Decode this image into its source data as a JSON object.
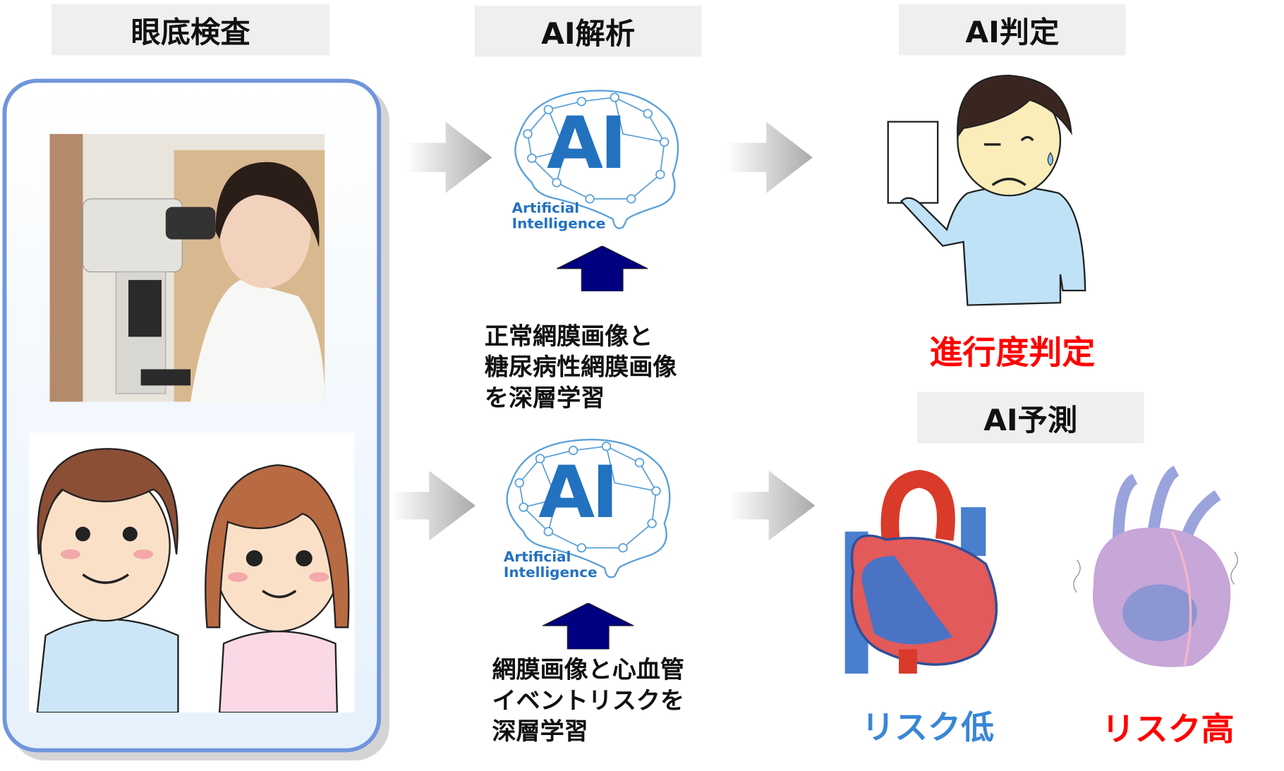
{
  "headers": {
    "fundus_exam": "眼底検査",
    "ai_analysis": "AI解析",
    "ai_judgment": "AI判定",
    "ai_prediction": "AI予測"
  },
  "ai_logo": {
    "line1": "Artificial",
    "line2": "Intelligence",
    "mark": "AI"
  },
  "training_text_top": [
    "正常網膜画像と",
    "糖尿病性網膜画像",
    "を深層学習"
  ],
  "training_text_bottom": [
    "網膜画像と心血管",
    "イベントリスクを",
    "深層学習"
  ],
  "progression_label": "進行度判定",
  "risk_low_label": "リスク低",
  "risk_high_label": "リスク高",
  "colors": {
    "header_bg": "#efefef",
    "panel_border": "#6f96dc",
    "up_arrow": "#000080",
    "red": "#ff0000",
    "blue_label": "#3a86d6",
    "logo_blue": "#2272c0"
  }
}
